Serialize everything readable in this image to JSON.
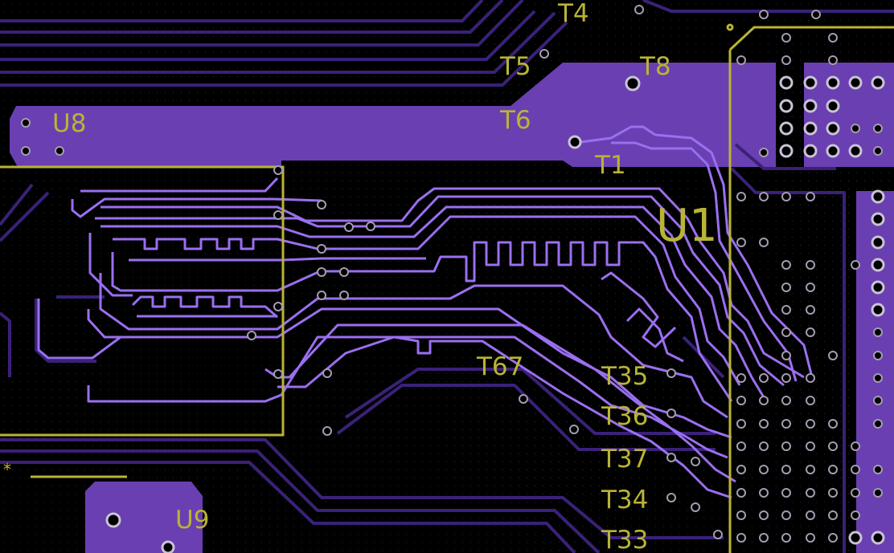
{
  "colors": {
    "background": "#000000",
    "copper_fill": "#6a3fb2",
    "trace_bright": "#9a6ff0",
    "trace_dim": "#3a2178",
    "silkscreen": "#b9b435",
    "via_ring": "#a59cb0"
  },
  "labels": {
    "t4": "T4",
    "t5": "T5",
    "t6": "T6",
    "t8": "T8",
    "t1": "T1",
    "u8": "U8",
    "u1": "U1",
    "u9": "U9",
    "t67": "T67",
    "t35": "T35",
    "t36": "T36",
    "t37": "T37",
    "t34": "T34",
    "t33": "T33",
    "pin1_marker": "*"
  }
}
